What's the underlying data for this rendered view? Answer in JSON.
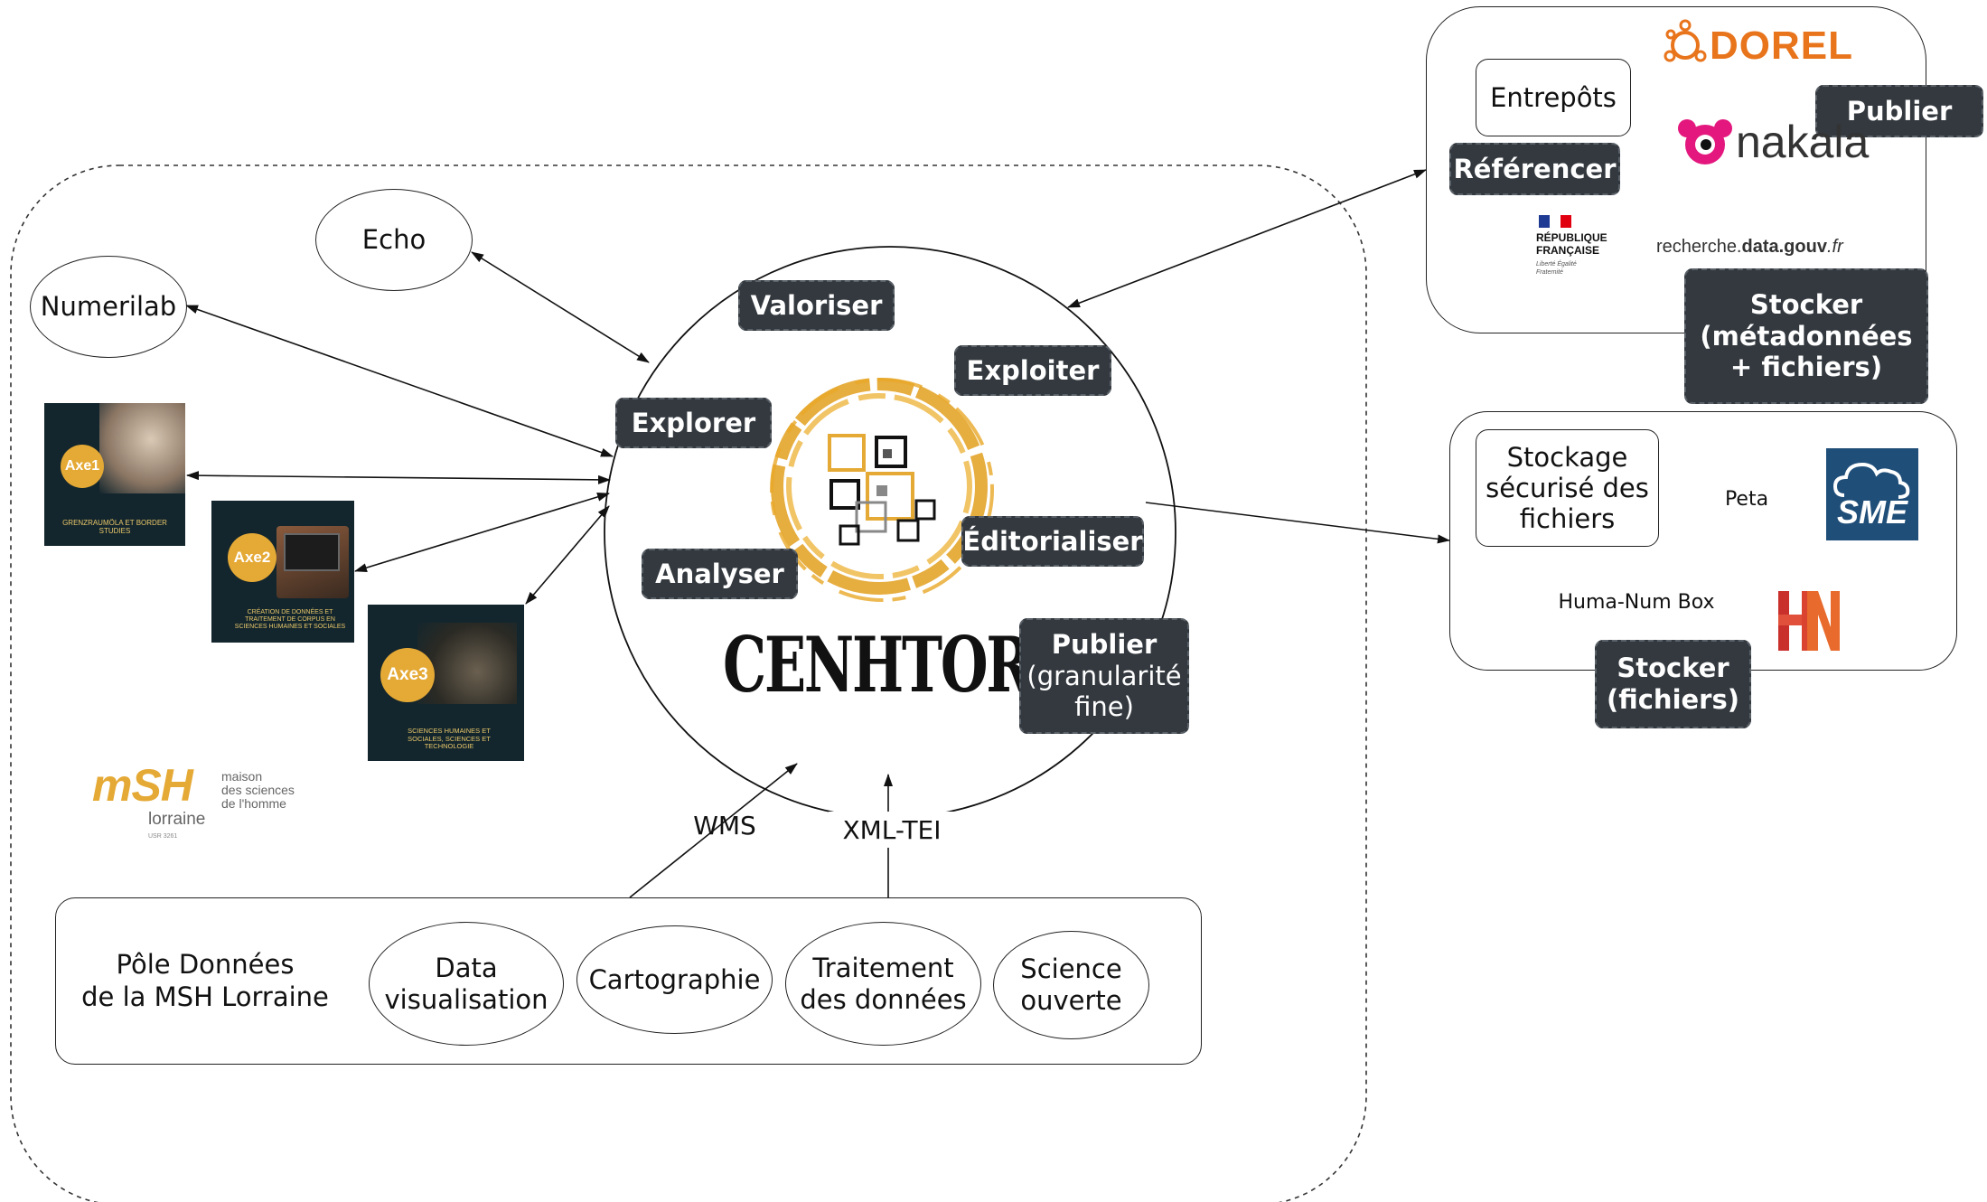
{
  "diagram": {
    "center": {
      "brand": "CENHTOR",
      "actions": {
        "valoriser": "Valoriser",
        "exploiter": "Exploiter",
        "explorer": "Explorer",
        "editorialiser": "Éditorialiser",
        "analyser": "Analyser",
        "publier_title": "Publier",
        "publier_detail": "(granularité fine)"
      }
    },
    "left_nodes": {
      "echo": "Echo",
      "numerilab": "Numerilab"
    },
    "axes": [
      {
        "badge": "Axe1",
        "caption": "Grenzraumöla et border studies"
      },
      {
        "badge": "Axe2",
        "caption": "Création de données et traitement de corpus en sciences humaines et sociales"
      },
      {
        "badge": "Axe3",
        "caption": "Sciences humaines et sociales, sciences et technologie"
      }
    ],
    "msh_logo": {
      "mark": "mSH",
      "line1": "maison",
      "line2": "des sciences",
      "line3": "de l'homme",
      "city": "lorraine",
      "code": "USR 3261"
    },
    "edge_labels": {
      "wms": "WMS",
      "xml_tei": "XML-TEI"
    },
    "pole": {
      "title_line1": "Pôle Données",
      "title_line2": "de la MSH Lorraine",
      "items": [
        {
          "line1": "Data",
          "line2": "visualisation"
        },
        {
          "line1": "Cartographie",
          "line2": ""
        },
        {
          "line1": "Traitement",
          "line2": "des données"
        },
        {
          "line1": "Science",
          "line2": "ouverte"
        }
      ]
    },
    "repositories": {
      "entrepots": "Entrepôts",
      "publier": "Publier",
      "referencer": "Référencer",
      "dorel": "DOREL",
      "nakala": "nakala",
      "republique_line1": "RÉPUBLIQUE",
      "republique_line2": "FRANÇAISE",
      "republique_motto": "Liberté Égalité Fraternité",
      "recherche_prefix": "recherche.",
      "recherche_bold": "data.gouv",
      "recherche_suffix": ".fr",
      "stocker_line1": "Stocker",
      "stocker_line2": "(métadonnées",
      "stocker_line3": "+ fichiers)"
    },
    "storage": {
      "stockage_line1": "Stockage",
      "stockage_line2": "sécurisé des",
      "stockage_line3": "fichiers",
      "peta": "Peta",
      "sme": "SME",
      "humanum": "Huma-Num Box",
      "stocker_line1": "Stocker",
      "stocker_line2": "(fichiers)"
    }
  },
  "colors": {
    "tag_bg": "#33393f",
    "gold": "#e5a935",
    "dorel_orange": "#e8741c",
    "nakala_pink": "#e3177d",
    "sme_blue": "#1f4e79",
    "hn_red": "#c9302c"
  }
}
